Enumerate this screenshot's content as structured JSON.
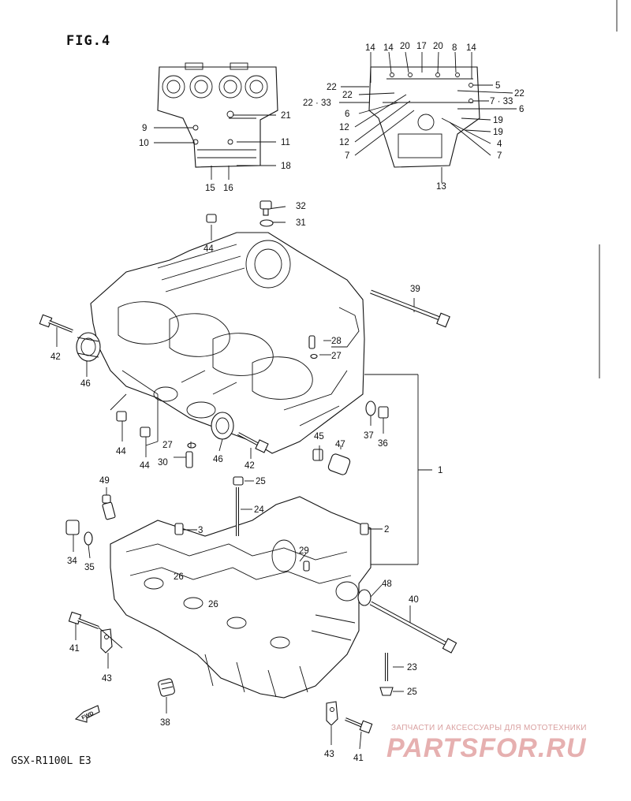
{
  "figure": {
    "title": "FIG.4",
    "model": "GSX-R1100L  E3"
  },
  "watermark": {
    "tagline": "ЗАПЧАСТИ И АКСЕССУАРЫ ДЛЯ МОТОТЕХНИКИ",
    "brand": "PARTSFOR.RU",
    "color": "#e6b0b0"
  },
  "fwd_label": "FWD",
  "labels": {
    "l1": "1",
    "l2": "2",
    "l3": "3",
    "l4": "4",
    "l5": "5",
    "l6a": "6",
    "l6b": "6",
    "l7a": "7",
    "l7b": "7",
    "l8": "8",
    "l9": "9",
    "l10": "10",
    "l11": "11",
    "l12a": "12",
    "l12b": "12",
    "l13": "13",
    "l14a": "14",
    "l14b": "14",
    "l14c": "14",
    "l15": "15",
    "l16": "16",
    "l17": "17",
    "l18": "18",
    "l19a": "19",
    "l19b": "19",
    "l20a": "20",
    "l20b": "20",
    "l21": "21",
    "l22a": "22",
    "l22b": "22",
    "l22c": "22",
    "l22_33a": "22 · 33",
    "l7_33": "7 · 33",
    "l23": "23",
    "l24": "24",
    "l25a": "25",
    "l25b": "25",
    "l26a": "26",
    "l26b": "26",
    "l27a": "27",
    "l27b": "27",
    "l28": "28",
    "l29": "29",
    "l30": "30",
    "l31": "31",
    "l32": "32",
    "l34": "34",
    "l35": "35",
    "l36": "36",
    "l37": "37",
    "l38": "38",
    "l39": "39",
    "l40": "40",
    "l41a": "41",
    "l41b": "41",
    "l42a": "42",
    "l42b": "42",
    "l43a": "43",
    "l43b": "43",
    "l44a": "44",
    "l44b": "44",
    "l44c": "44",
    "l45": "45",
    "l46a": "46",
    "l46b": "46",
    "l47": "47",
    "l48": "48",
    "l49": "49"
  }
}
